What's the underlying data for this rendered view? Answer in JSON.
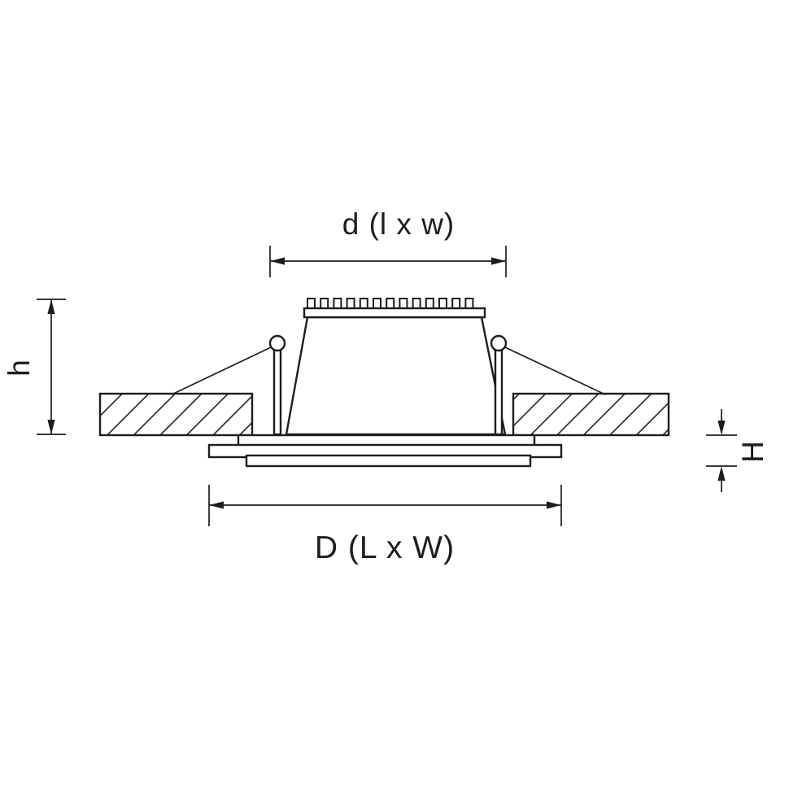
{
  "diagram": {
    "labels": {
      "top_dimension": "d (l x w)",
      "bottom_dimension": "D (L x W)",
      "left_dimension": "h",
      "right_dimension": "H"
    },
    "colors": {
      "line": "#1d1d1b",
      "background": "#ffffff"
    }
  }
}
